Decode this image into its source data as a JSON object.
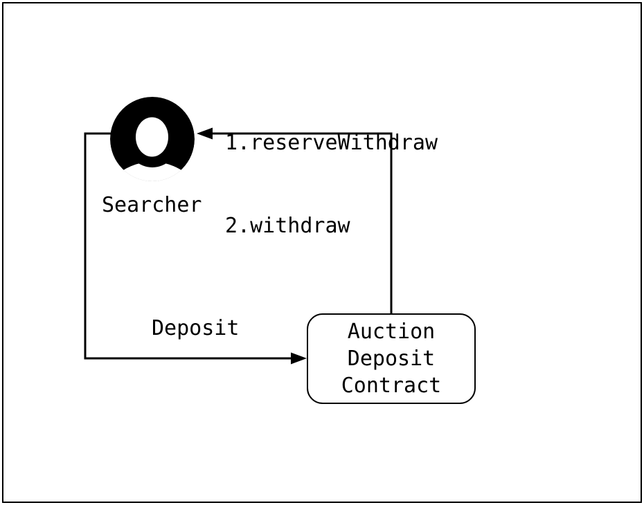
{
  "diagram": {
    "colors": {
      "ink": "#000000",
      "background": "#ffffff"
    },
    "actor": {
      "name": "Searcher",
      "icon": "person-icon"
    },
    "contract": {
      "lines": [
        "Auction",
        "Deposit",
        "Contract"
      ]
    },
    "edges": {
      "withdraw": {
        "from": "Auction Deposit Contract",
        "to": "Searcher",
        "labels": [
          "1.reserveWithdraw",
          "2.withdraw"
        ]
      },
      "deposit": {
        "from": "Searcher",
        "to": "Auction Deposit Contract",
        "label": "Deposit"
      }
    }
  }
}
